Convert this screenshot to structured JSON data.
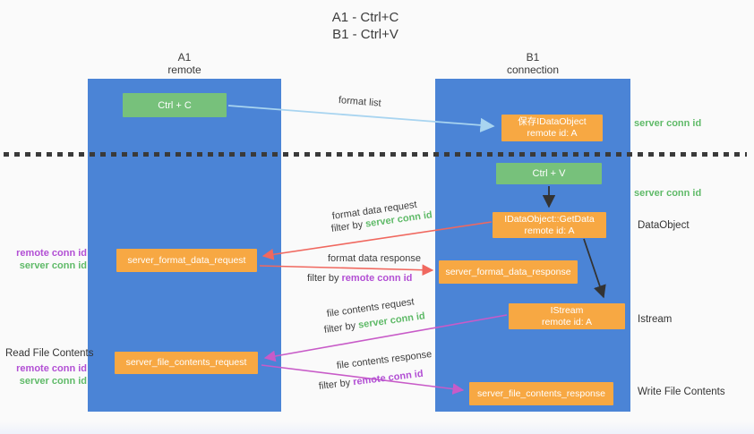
{
  "title": {
    "line1": "A1 - Ctrl+C",
    "line2": "B1 - Ctrl+V"
  },
  "columns": [
    {
      "name": "A1",
      "role": "remote"
    },
    {
      "name": "B1",
      "role": "connection"
    }
  ],
  "boxes": {
    "ctrl_c": {
      "label": "Ctrl + C"
    },
    "save_idataobject": {
      "line1": "保存IDataObject",
      "line2": "remote id: A"
    },
    "ctrl_v": {
      "label": "Ctrl + V"
    },
    "getdata": {
      "line1": "IDataObject::GetData",
      "line2": "remote id: A"
    },
    "server_format_data_request": {
      "label": "server_format_data_request"
    },
    "server_format_data_response": {
      "label": "server_format_data_response"
    },
    "istream": {
      "line1": "IStream",
      "line2": "remote id: A"
    },
    "server_file_contents_request": {
      "label": "server_file_contents_request"
    },
    "server_file_contents_response": {
      "label": "server_file_contents_response"
    }
  },
  "flow_labels": {
    "format_list": "format list",
    "format_data_request": "format data request",
    "format_data_response": "format data response",
    "file_contents_request": "file contents request",
    "file_contents_response": "file contents response",
    "filter_by": "filter by",
    "server_conn_id": "server conn id",
    "remote_conn_id": "remote conn id"
  },
  "side_labels": {
    "server_conn_id": "server conn id",
    "remote_conn_id": "remote conn id",
    "data_object": "DataObject",
    "istream": "Istream",
    "read_file_contents": "Read File Contents",
    "write_file_contents": "Write File Contents"
  },
  "colors": {
    "lifeline_blue": "#4B84D6",
    "node_orange": "#F7A843",
    "action_green": "#77C17B",
    "server_conn_id_green": "#5FBA68",
    "remote_conn_id_purple": "#B24FD4",
    "format_arrow_red": "#F0685F",
    "file_arrow_magenta": "#C85BC8",
    "format_list_arrow_blue": "#A8D4F0",
    "control_arrow_black": "#333333"
  }
}
